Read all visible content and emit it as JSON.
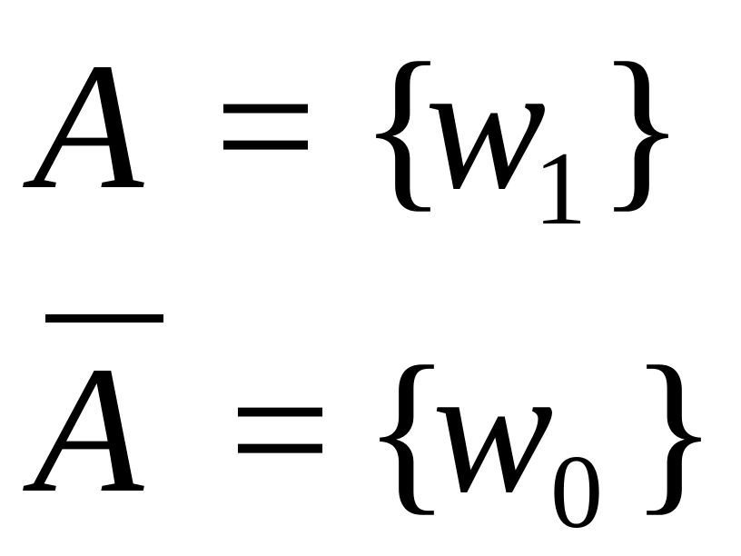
{
  "equations": [
    {
      "lhs": "A",
      "lhs_overbar": false,
      "relation": "=",
      "open_brace": "{",
      "element_symbol": "w",
      "element_subscript": "1",
      "close_brace": "}"
    },
    {
      "lhs": "A",
      "lhs_overbar": true,
      "relation": "=",
      "open_brace": "{",
      "element_symbol": "w",
      "element_subscript": "0",
      "close_brace": "}"
    }
  ]
}
